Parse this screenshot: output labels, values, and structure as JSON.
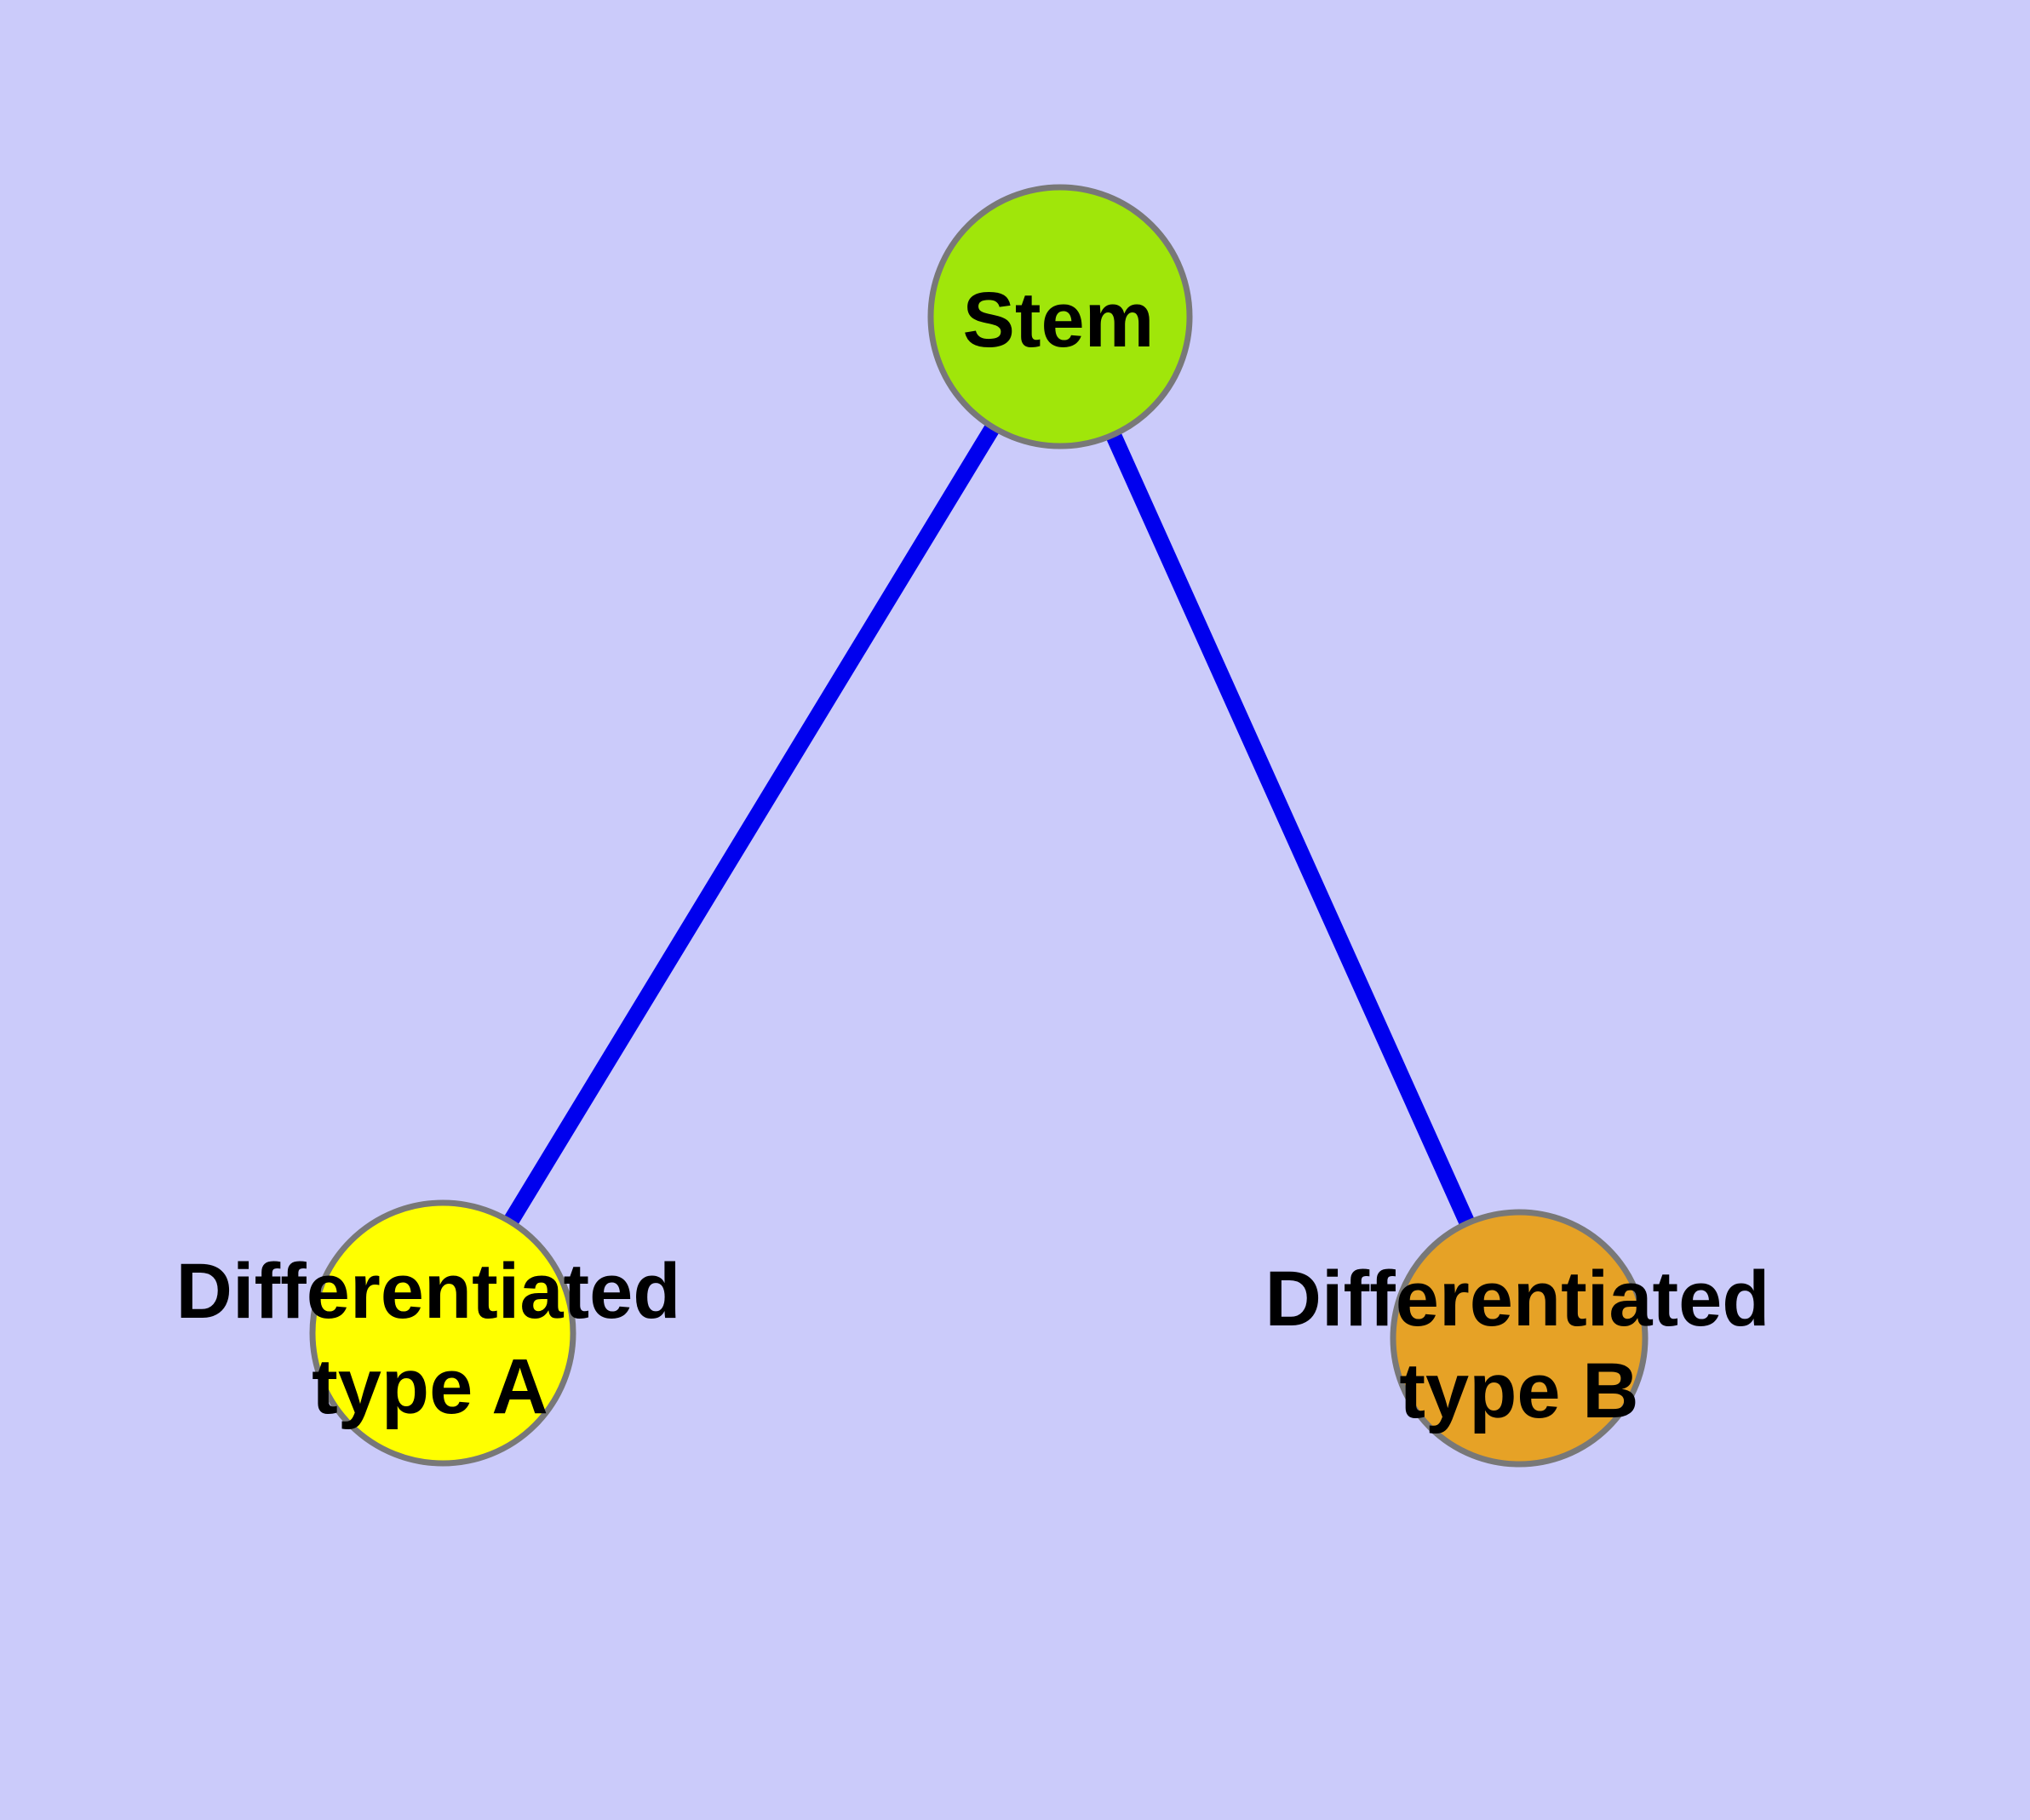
{
  "canvas": {
    "background_color": "#CBCBFA"
  },
  "diagram": {
    "type": "graph",
    "description": "Stem cell differentiation tree with one root node and two differentiated child nodes",
    "edge_color": "#0000EE",
    "node_border_color": "#787878",
    "label_color": "#000000",
    "nodes": {
      "stem": {
        "id": "stem",
        "label": "Stem",
        "fill": "#A0E60A"
      },
      "type_a": {
        "id": "type_a",
        "label": "Differentiated type A",
        "line1": "Differentiated",
        "line2": "type A",
        "fill": "#FFFF00"
      },
      "type_b": {
        "id": "type_b",
        "label": "Differentiated type B",
        "line1": "Differentiated",
        "line2": "type B",
        "fill": "#E6A226"
      }
    },
    "edges": [
      {
        "from": "stem",
        "to": "type_a"
      },
      {
        "from": "stem",
        "to": "type_b"
      }
    ]
  }
}
